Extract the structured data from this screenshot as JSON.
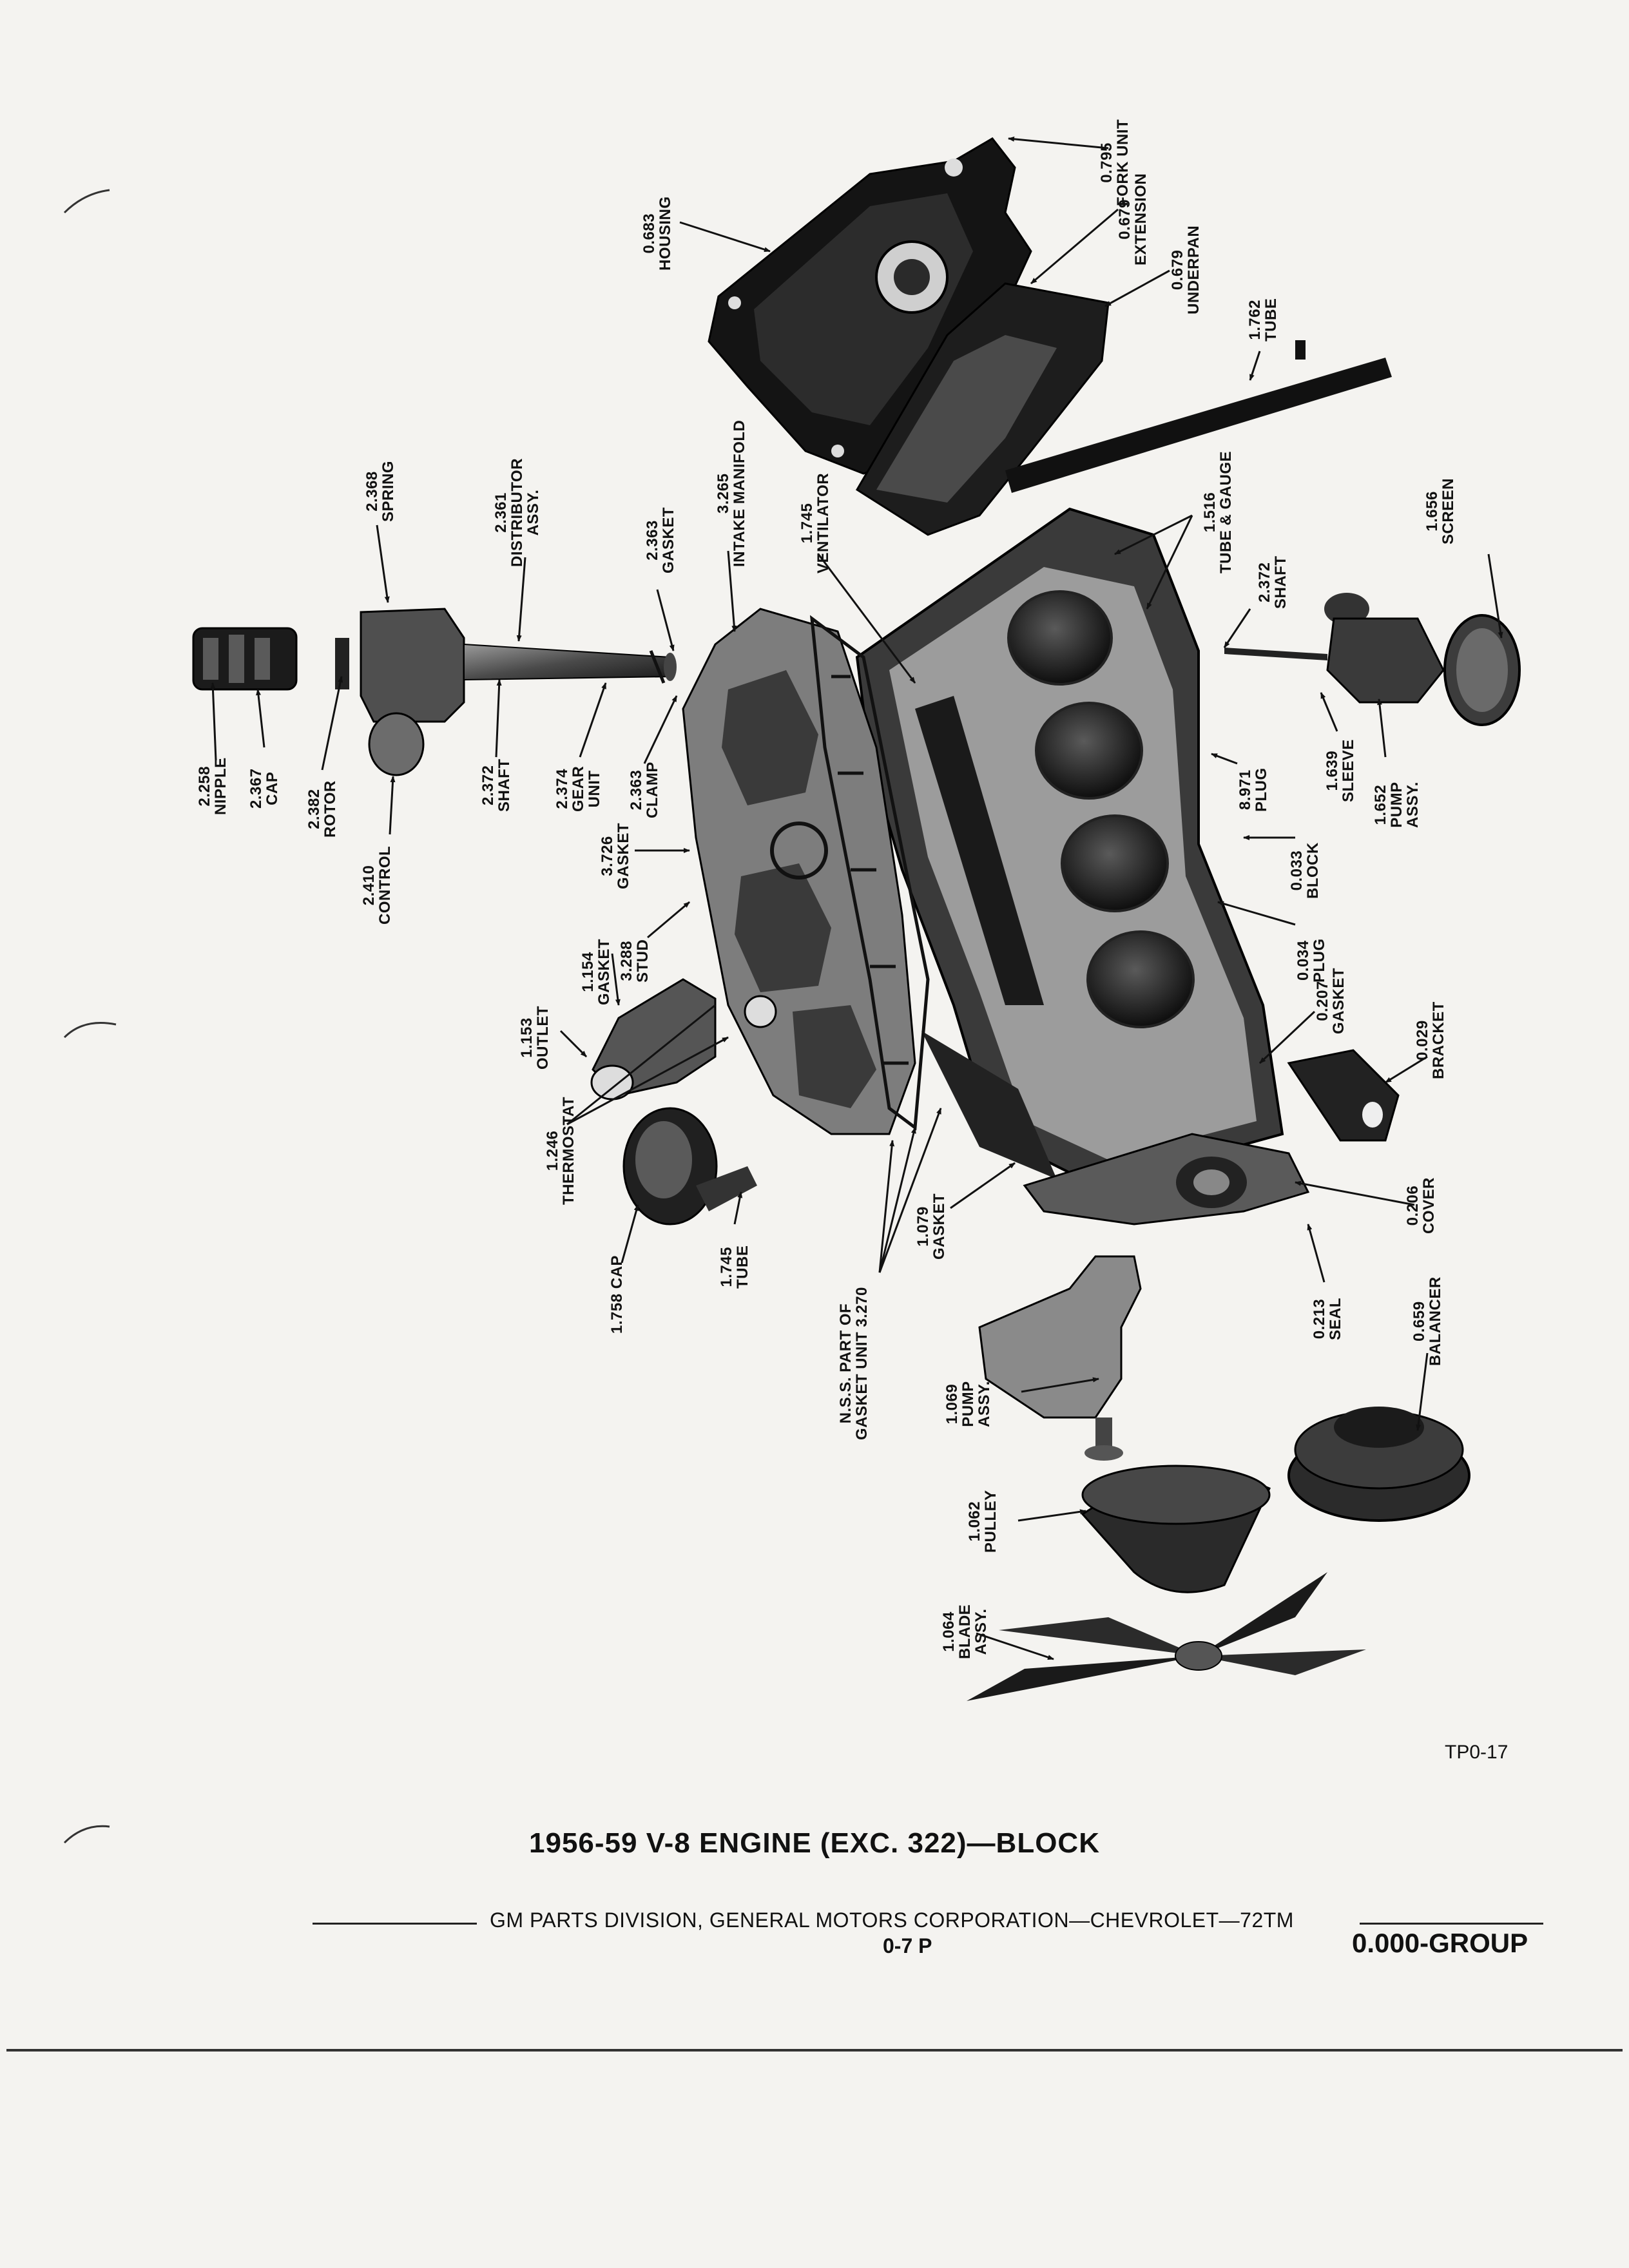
{
  "document": {
    "title": "1956-59 V-8 ENGINE (EXC. 322)—BLOCK",
    "plate_code": "TP0-17",
    "footer": {
      "publisher_line": "GM PARTS DIVISION, GENERAL MOTORS CORPORATION—CHEVROLET—72TM",
      "page_number": "0-7 P",
      "group": "0.000-GROUP"
    }
  },
  "callouts": [
    {
      "id": "fork-unit",
      "number": "0.795",
      "lines": [
        "FORK UNIT"
      ]
    },
    {
      "id": "housing",
      "number": "0.683",
      "lines": [
        "HOUSING"
      ]
    },
    {
      "id": "extension",
      "number": "0.679",
      "lines": [
        "EXTENSION"
      ]
    },
    {
      "id": "underpan",
      "number": "0.679",
      "lines": [
        "UNDERPAN"
      ]
    },
    {
      "id": "tube-dipstick",
      "number": "1.762",
      "lines": [
        "TUBE"
      ]
    },
    {
      "id": "spring",
      "number": "2.368",
      "lines": [
        "SPRING"
      ]
    },
    {
      "id": "distributor-assy",
      "number": "2.361",
      "lines": [
        "DISTRIBUTOR",
        "ASSY."
      ]
    },
    {
      "id": "gasket-distributor",
      "number": "2.363",
      "lines": [
        "GASKET"
      ]
    },
    {
      "id": "intake-manifold",
      "number": "3.265",
      "lines": [
        "INTAKE MANIFOLD"
      ]
    },
    {
      "id": "ventilator",
      "number": "1.745",
      "lines": [
        "VENTILATOR"
      ]
    },
    {
      "id": "tube-and-gauge",
      "number": "1.516",
      "lines": [
        "TUBE & GAUGE"
      ]
    },
    {
      "id": "screen",
      "number": "1.656",
      "lines": [
        "SCREEN"
      ]
    },
    {
      "id": "shaft-pump",
      "number": "2.372",
      "lines": [
        "SHAFT"
      ]
    },
    {
      "id": "nipple",
      "number": "2.258",
      "lines": [
        "NIPPLE"
      ]
    },
    {
      "id": "cap-distributor",
      "number": "2.367",
      "lines": [
        "CAP"
      ]
    },
    {
      "id": "rotor",
      "number": "2.382",
      "lines": [
        "ROTOR"
      ]
    },
    {
      "id": "control",
      "number": "2.410",
      "lines": [
        "CONTROL"
      ]
    },
    {
      "id": "shaft-distributor",
      "number": "2.372",
      "lines": [
        "SHAFT"
      ]
    },
    {
      "id": "gear-unit",
      "number": "2.374",
      "lines": [
        "GEAR",
        "UNIT"
      ]
    },
    {
      "id": "clamp",
      "number": "2.363",
      "lines": [
        "CLAMP"
      ]
    },
    {
      "id": "gasket-carb",
      "number": "3.726",
      "lines": [
        "GASKET"
      ]
    },
    {
      "id": "stud",
      "number": "3.288",
      "lines": [
        "STUD"
      ]
    },
    {
      "id": "gasket-outlet",
      "number": "1.154",
      "lines": [
        "GASKET"
      ]
    },
    {
      "id": "outlet",
      "number": "1.153",
      "lines": [
        "OUTLET"
      ]
    },
    {
      "id": "thermostat",
      "number": "1.246",
      "lines": [
        "THERMOSTAT"
      ]
    },
    {
      "id": "cap-oil",
      "number": "1.758",
      "lines": [
        "CAP"
      ],
      "inline": true
    },
    {
      "id": "tube-filler",
      "number": "1.745",
      "lines": [
        "TUBE"
      ]
    },
    {
      "id": "nss-gasket",
      "number": "",
      "lines": [
        "N.S.S. PART OF",
        "GASKET UNIT 3.270"
      ]
    },
    {
      "id": "gasket-pump",
      "number": "1.079",
      "lines": [
        "GASKET"
      ]
    },
    {
      "id": "plug-block",
      "number": "8.971",
      "lines": [
        "PLUG"
      ]
    },
    {
      "id": "sleeve",
      "number": "1.639",
      "lines": [
        "SLEEVE"
      ]
    },
    {
      "id": "pump-assy-oil",
      "number": "1.652",
      "lines": [
        "PUMP",
        "ASSY."
      ]
    },
    {
      "id": "block",
      "number": "0.033",
      "lines": [
        "BLOCK"
      ]
    },
    {
      "id": "plug-core",
      "number": "0.034",
      "lines": [
        "PLUG"
      ]
    },
    {
      "id": "gasket-front",
      "number": "0.207",
      "lines": [
        "GASKET"
      ]
    },
    {
      "id": "bracket",
      "number": "0.029",
      "lines": [
        "BRACKET"
      ]
    },
    {
      "id": "cover",
      "number": "0.206",
      "lines": [
        "COVER"
      ]
    },
    {
      "id": "seal",
      "number": "0.213",
      "lines": [
        "SEAL"
      ]
    },
    {
      "id": "balancer",
      "number": "0.659",
      "lines": [
        "BALANCER"
      ]
    },
    {
      "id": "pump-assy-water",
      "number": "1.069",
      "lines": [
        "PUMP",
        "ASSY."
      ]
    },
    {
      "id": "pulley",
      "number": "1.062",
      "lines": [
        "PULLEY"
      ]
    },
    {
      "id": "blade-assy",
      "number": "1.064",
      "lines": [
        "BLADE",
        "ASSY."
      ]
    }
  ]
}
